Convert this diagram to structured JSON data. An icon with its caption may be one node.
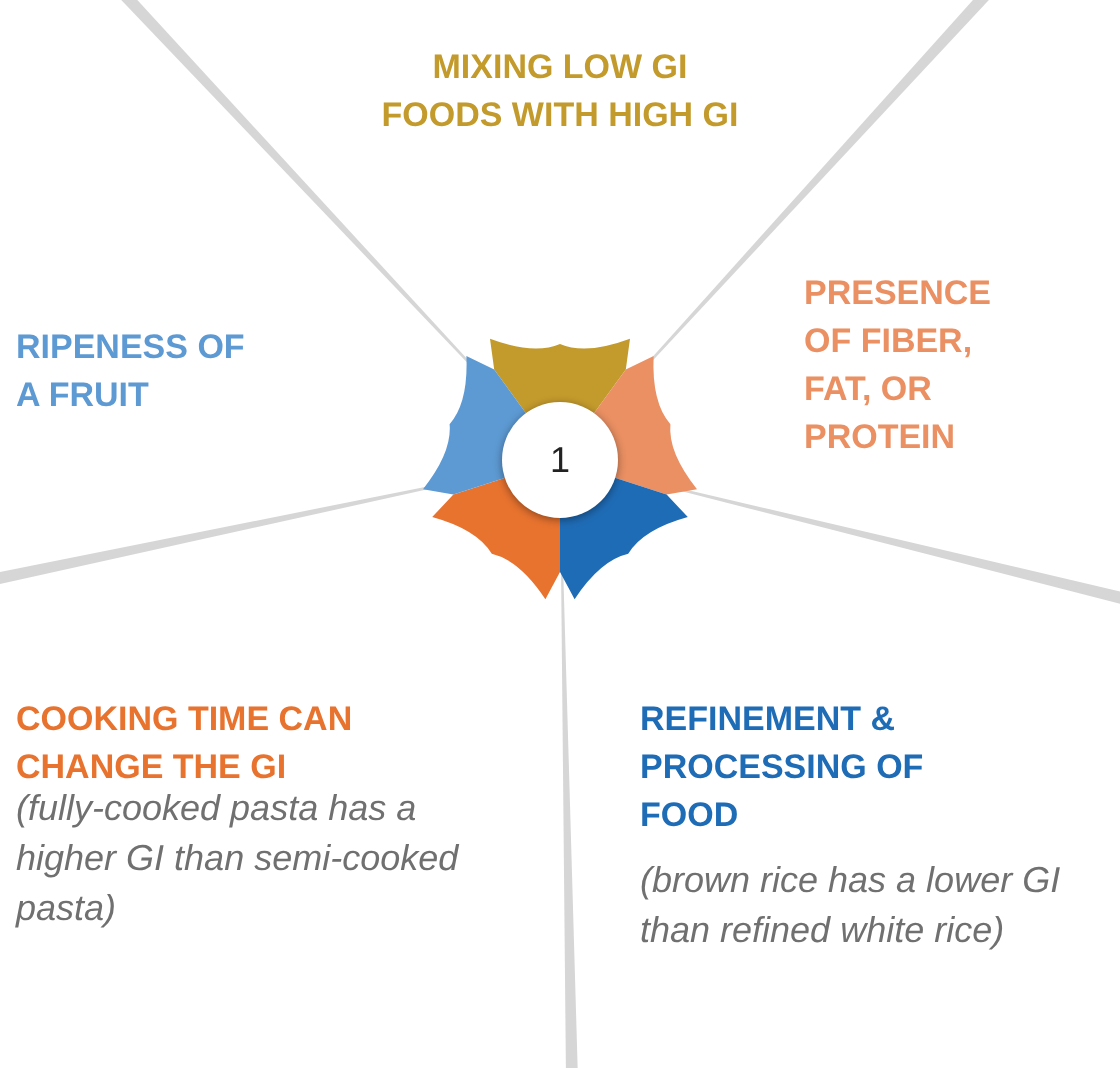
{
  "diagram": {
    "nodes": [
      {
        "text": [
          "1"
        ]
      }
    ],
    "labels": [
      "MIXING LOW GI FOODS WITH HIGH GI",
      "RIPENESS OF A FRUIT",
      "PRESENCE OF FIBER, FAT, OR PROTEIN",
      "COOKING TIME CAN CHANGE THE GI",
      "(fully-cooked pasta has a higher GI than semi-cooked pasta)",
      "REFINEMENT & PROCESSING OF FOOD",
      "(brown rice has a lower GI than refined white rice)"
    ]
  }
}
